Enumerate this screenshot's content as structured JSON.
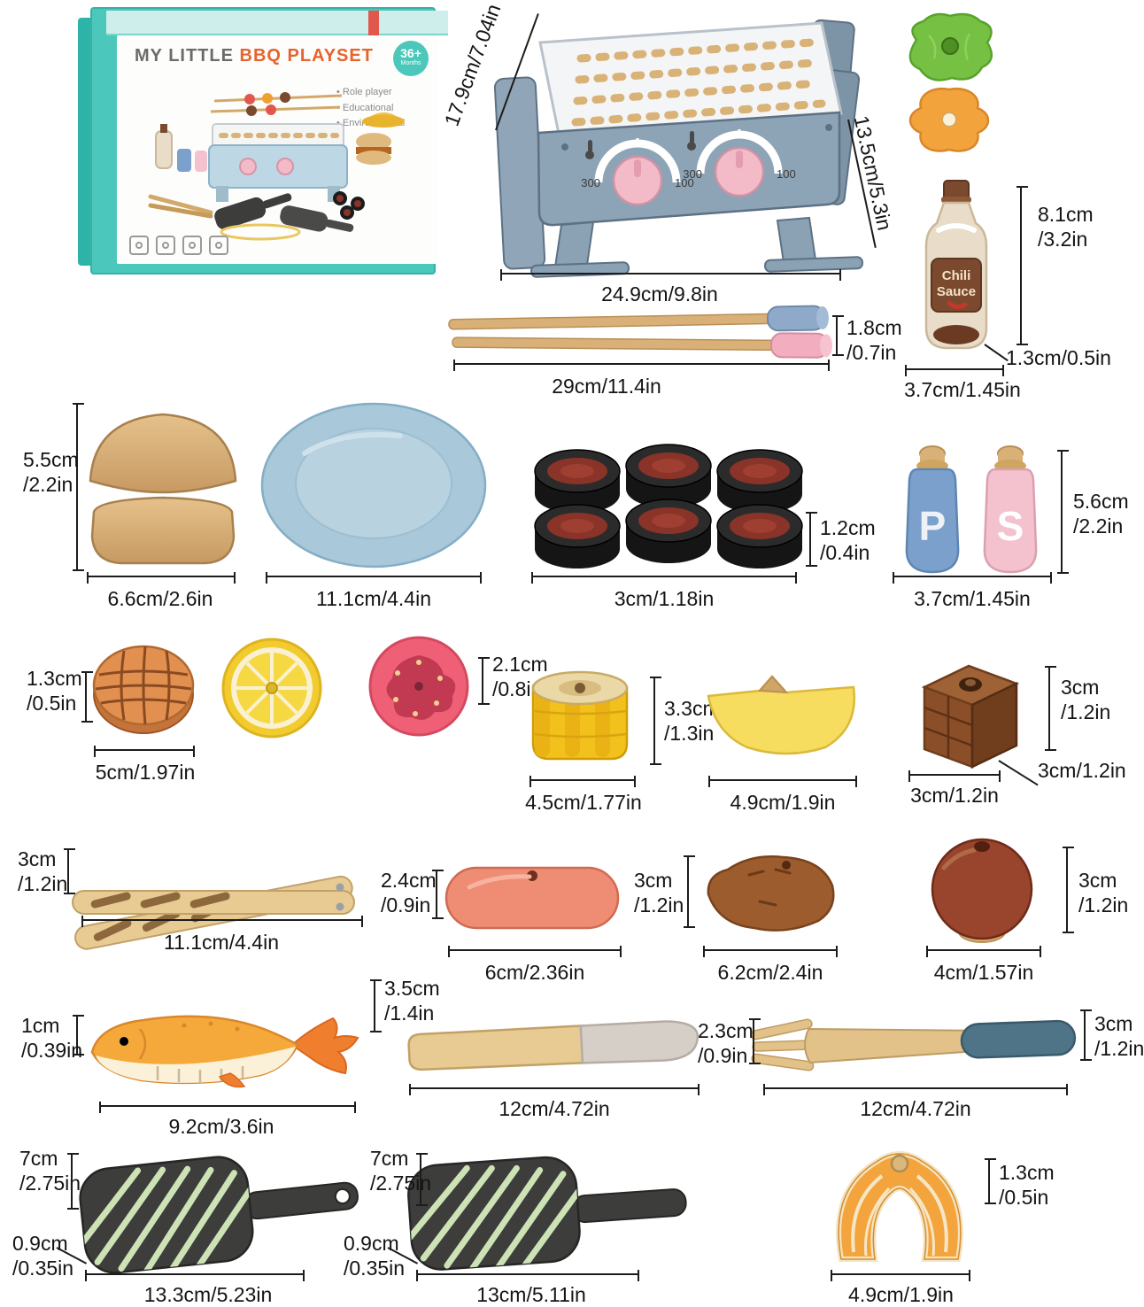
{
  "box": {
    "title": "MY LITTLE",
    "title_accent": "BBQ PLAYSET",
    "age_badge": "36+",
    "age_sub": "Months",
    "bullets": [
      "Role player",
      "Educational",
      "Environmental"
    ]
  },
  "grill": {
    "dim_slant_left": "17.9cm/7.04in",
    "dim_right": "13.5cm/5.3in",
    "dim_width": "24.9cm/9.8in",
    "knob_scale_min": "300",
    "knob_scale_max": "100"
  },
  "skewers": {
    "dim_thickness": "1.8cm\n/0.7in",
    "dim_length": "29cm/11.4in"
  },
  "sauce": {
    "label_line1": "Chili",
    "label_line2": "Sauce",
    "dim_height": "8.1cm\n/3.2in",
    "dim_neck": "1.3cm/0.5in",
    "dim_width": "3.7cm/1.45in"
  },
  "bun": {
    "dim_height": "5.5cm\n/2.2in",
    "dim_width": "6.6cm/2.6in"
  },
  "plate": {
    "dim_width": "11.1cm/4.4in"
  },
  "charcoal": {
    "dim_height": "1.2cm\n/0.4in",
    "dim_width": "3cm/1.18in"
  },
  "shakers": {
    "pepper_letter": "P",
    "salt_letter": "S",
    "dim_height": "5.6cm\n/2.2in",
    "dim_width": "3.7cm/1.45in"
  },
  "patty": {
    "dim_height": "1.3cm\n/0.5in",
    "dim_width": "5cm/1.97in"
  },
  "tomato_slice": {
    "dim_height": "2.1cm\n/0.8in"
  },
  "corn": {
    "dim_height": "3.3cm\n/1.3in",
    "dim_width": "4.5cm/1.77in"
  },
  "butter": {
    "dim_width": "4.9cm/1.9in"
  },
  "chocolate": {
    "dim_height": "3cm\n/1.2in",
    "dim_depth": "3cm/1.2in",
    "dim_width": "3cm/1.2in"
  },
  "tongs": {
    "dim_height": "3cm\n/1.2in",
    "dim_width": "11.1cm/4.4in"
  },
  "sausage": {
    "dim_height": "2.4cm\n/0.9in",
    "dim_width": "6cm/2.36in"
  },
  "sweet_potato": {
    "dim_height": "3cm\n/1.2in",
    "dim_width": "6.2cm/2.4in"
  },
  "onion": {
    "dim_height": "3cm\n/1.2in",
    "dim_width": "4cm/1.57in"
  },
  "fish": {
    "dim_tail": "1cm\n/0.39in",
    "dim_height": "3.5cm\n/1.4in",
    "dim_width": "9.2cm/3.6in"
  },
  "knife": {
    "dim_width": "12cm/4.72in"
  },
  "fork": {
    "dim_tine": "2.3cm\n/0.9in",
    "dim_height": "3cm\n/1.2in",
    "dim_width": "12cm/4.72in"
  },
  "pan1": {
    "dim_height": "7cm\n/2.75in",
    "dim_thickness": "0.9cm\n/0.35in",
    "dim_width": "13.3cm/5.23in"
  },
  "pan2": {
    "dim_height": "7cm\n/2.75in",
    "dim_thickness": "0.9cm\n/0.35in",
    "dim_width": "13cm/5.11in"
  },
  "salmon": {
    "dim_height": "1.3cm\n/0.5in",
    "dim_width": "4.9cm/1.9in"
  }
}
